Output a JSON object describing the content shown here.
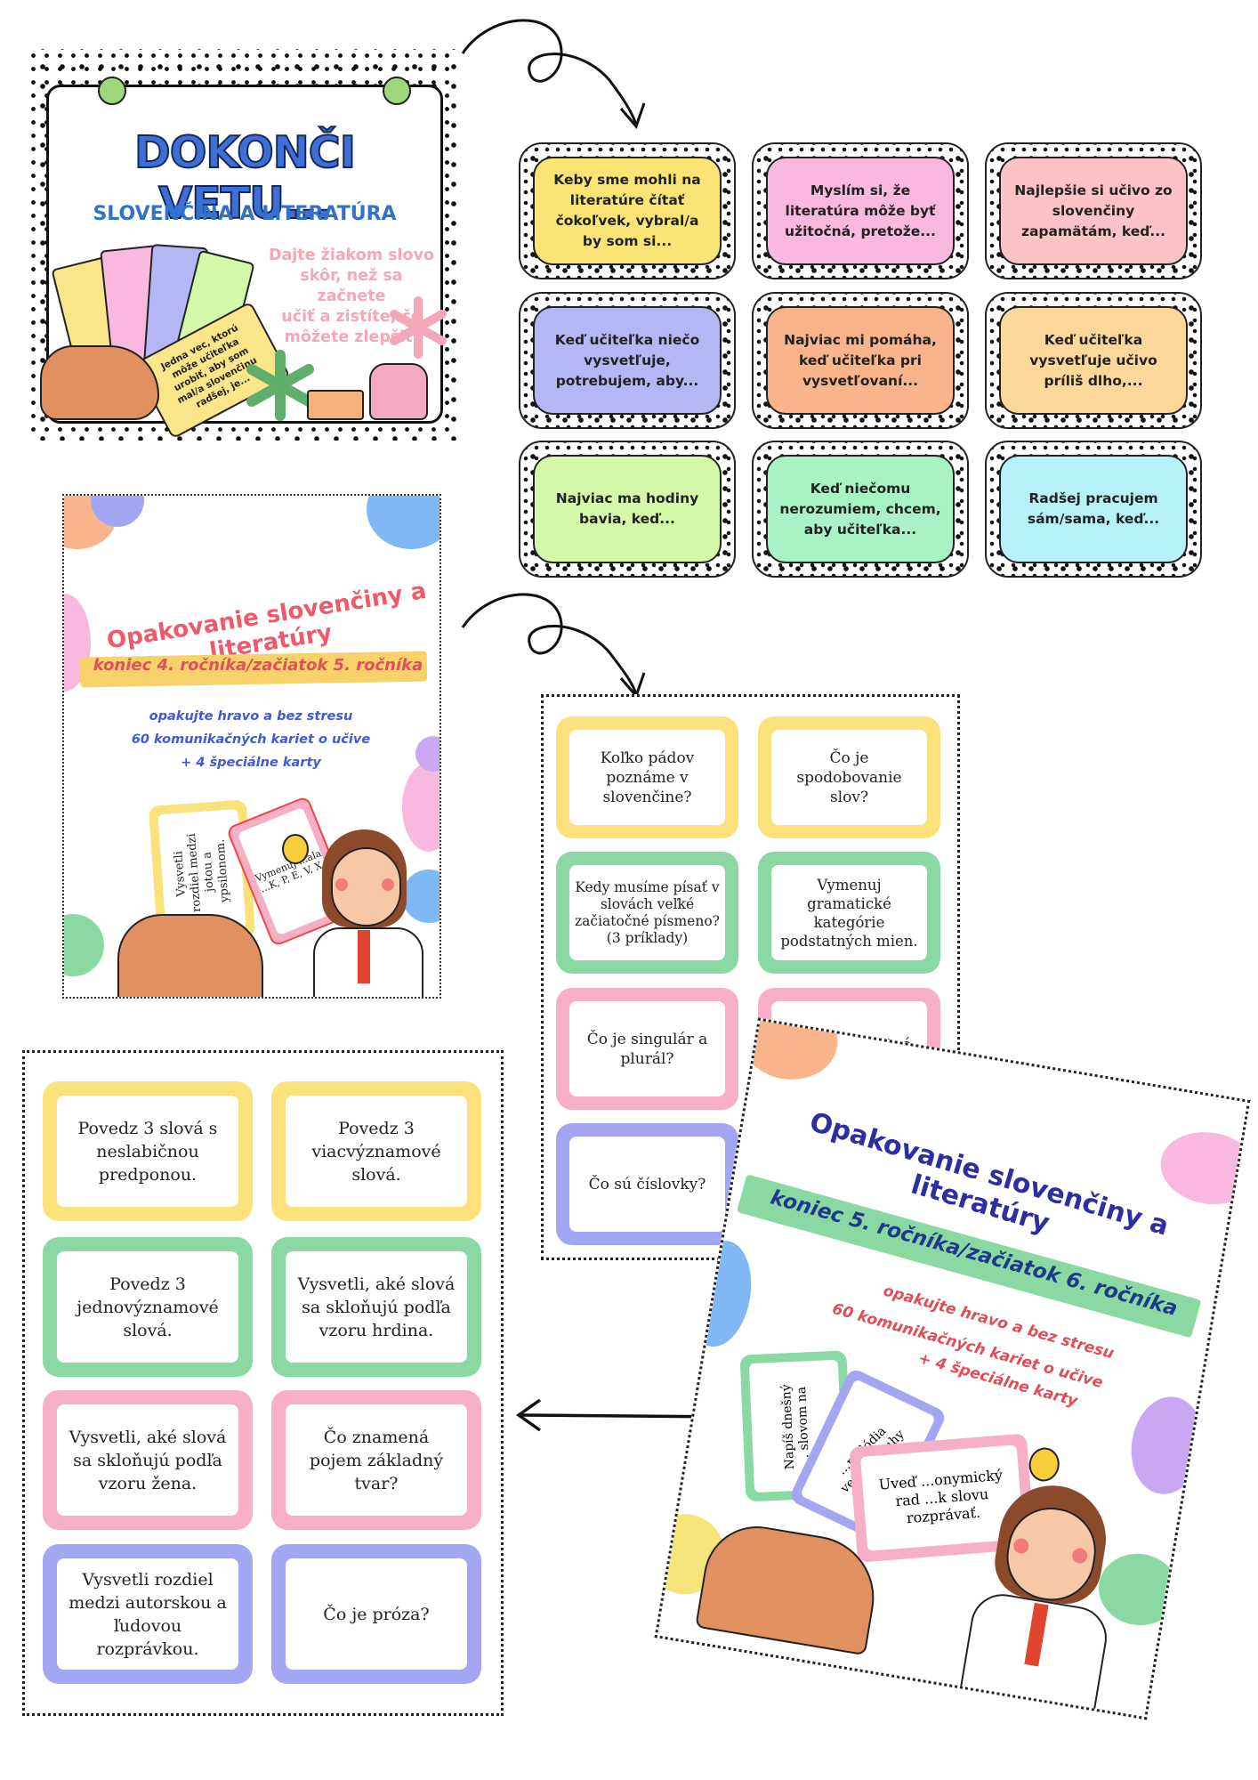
{
  "top_cover": {
    "title": "DOKONČI VETU...",
    "subtitle": "SLOVENČINA A LITERATÚRA",
    "note_lines": [
      "Dajte žiakom slovo",
      "skôr, než sa začnete",
      "učiť a zistíte, čo",
      "môžete zlepšiť."
    ],
    "front_card_text": "Jedna vec, ktorú môže učiteľka urobiť, aby som mal/a slovenčinu radšej, je..."
  },
  "sentence_cards": [
    {
      "text": "Keby sme mohli na literatúre čítať čokoľvek, vybral/a by som si...",
      "color": "#fbe476"
    },
    {
      "text": "Myslím si, že literatúra môže byť užitočná, pretože...",
      "color": "#f9b8de"
    },
    {
      "text": "Najlepšie si učivo zo slovenčiny zapamätám, keď...",
      "color": "#fcc3c6"
    },
    {
      "text": "Keď učiteľka niečo vysvetľuje, potrebujem, aby...",
      "color": "#b5b7f5"
    },
    {
      "text": "Najviac mi pomáha, keď učiteľka pri vysvetľovaní...",
      "color": "#f9b48c"
    },
    {
      "text": "Keď učiteľka vysvetľuje učivo príliš dlho,...",
      "color": "#fcd79a"
    },
    {
      "text": "Najviac ma hodiny bavia, keď...",
      "color": "#d5f7a8"
    },
    {
      "text": "Keď niečomu nerozumiem, chcem, aby učiteľka...",
      "color": "#a9f2c6"
    },
    {
      "text": "Radšej pracujem sám/sama, keď...",
      "color": "#b8f0f7"
    }
  ],
  "middle_cover": {
    "title": "Opakovanie slovenčiny a literatúry",
    "grade": "koniec 4. ročníka/začiatok 5. ročníka",
    "lines": [
      "opakujte hravo a bez stresu",
      "60 komunikačných kariet o učive",
      "+ 4 špeciálne karty"
    ],
    "card_text": "Vysvetli rozdiel medzi jotou a ypsilonom.",
    "pink_card_text": "Vymenuj ...ala ...K, P, E, V, X,"
  },
  "middle_sheet_cards": [
    {
      "text": "Koľko pádov poznáme v slovenčine?",
      "color": "#fbe17a"
    },
    {
      "text": "Čo je spodobovanie slov?",
      "color": "#fbe17a"
    },
    {
      "text": "Kedy musíme písať v slovách veľké začiatočné písmeno? (3 príklady)",
      "color": "#8bd9a2"
    },
    {
      "text": "Vymenuj gramatické kategórie podstatných mien.",
      "color": "#8bd9a2"
    },
    {
      "text": "Čo je singulár a plurál?",
      "color": "#f7afc6"
    },
    {
      "text": "Čo sú podstatné",
      "color": "#f7afc6"
    },
    {
      "text": "Čo sú číslovky?",
      "color": "#a3a7f3"
    },
    {
      "text": "",
      "color": "#a3a7f3"
    }
  ],
  "bottom_sheet_cards": [
    {
      "text": "Povedz 3 slová s neslabičnou predponou.",
      "color": "#fbe17a"
    },
    {
      "text": "Povedz 3 viacvýznamové slová.",
      "color": "#fbe17a"
    },
    {
      "text": "Povedz 3 jednovýznamové slová.",
      "color": "#8bd9a2"
    },
    {
      "text": "Vysvetli, aké slová sa skloňujú podľa vzoru hrdina.",
      "color": "#8bd9a2"
    },
    {
      "text": "Vysvetli, aké slová sa skloňujú podľa vzoru žena.",
      "color": "#f7afc6"
    },
    {
      "text": "Čo znamená pojem základný tvar?",
      "color": "#f7afc6"
    },
    {
      "text": "Vysvetli rozdiel medzi autorskou a ľudovou rozprávkou.",
      "color": "#a3a7f3"
    },
    {
      "text": "Čo je próza?",
      "color": "#a3a7f3"
    }
  ],
  "bottom_cover": {
    "title": "Opakovanie slovenčiny a literatúry",
    "grade": "koniec 5. ročníka/začiatok 6. ročníka",
    "lines": [
      "opakujte hravo a bez stresu",
      "60 komunikačných kariet o učive",
      "+ 4 špeciálne karty"
    ],
    "card_texts": [
      "Napíš dnešný ... slovom na",
      "...melódia vety ... druhy",
      "Uveď ...onymický rad ...k slovu rozprávať."
    ]
  }
}
